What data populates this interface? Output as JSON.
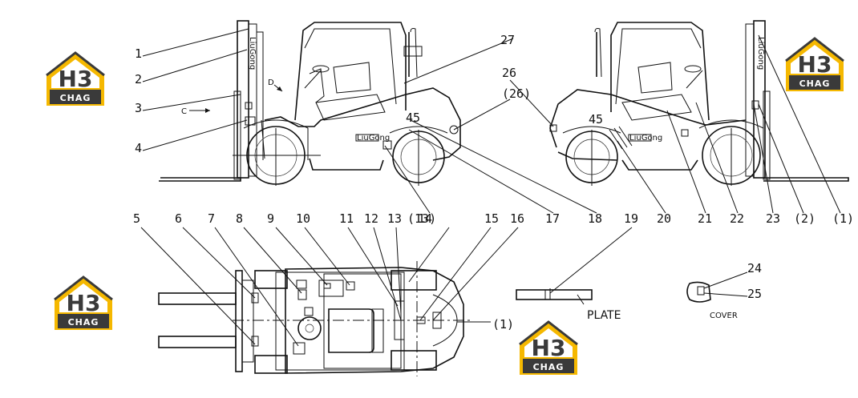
{
  "logo": {
    "top": "H3",
    "bottom": "CHAG"
  },
  "colors": {
    "logo_yellow": "#f5b800",
    "logo_dark": "#3a3a3a",
    "line": "#111111"
  },
  "side_view_left": {
    "decal_text": "LiuGong",
    "view_letters": {
      "c": "C",
      "d": "D"
    },
    "model_number": "45",
    "brand_plate": "LiuGong",
    "callouts": [
      "1",
      "2",
      "3",
      "4",
      "14",
      "17",
      "18",
      "27",
      "(26)"
    ]
  },
  "side_view_right": {
    "decal_text": "LiuGong",
    "model_number": "45",
    "brand_plate": "LiuGong",
    "callouts": [
      "26",
      "20",
      "21",
      "22",
      "23",
      "(2)",
      "(1)"
    ]
  },
  "top_view": {
    "callouts": [
      "5",
      "6",
      "7",
      "8",
      "9",
      "10",
      "11",
      "12",
      "13",
      "(13)",
      "15",
      "16",
      "(1)"
    ]
  },
  "plate_detail": {
    "label": "PLATE",
    "callout": "19"
  },
  "cover_detail": {
    "label": "COVER",
    "callouts": [
      "24",
      "25"
    ]
  }
}
